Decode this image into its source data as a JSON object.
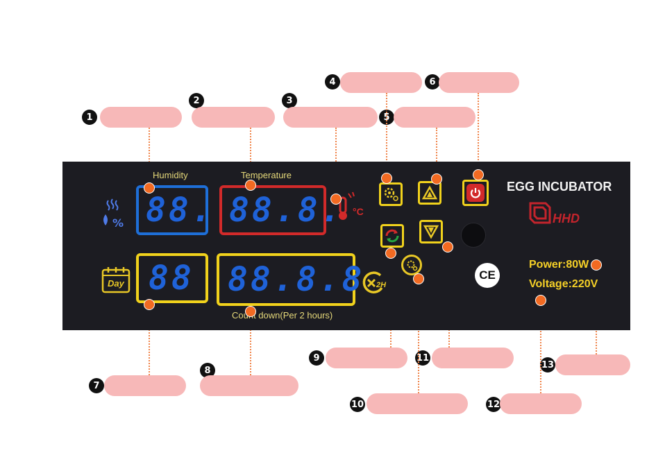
{
  "panel": {
    "labels": {
      "humidity": "Humidity",
      "temperature": "Temperature",
      "countdown": "Count down(Per 2 hours)",
      "day": "Day",
      "x2h": "2H",
      "celsius": "°C",
      "percent": "%"
    },
    "displays": {
      "humidity": "88.",
      "temperature": "88.8.",
      "day": "88",
      "countdown": "88.8.8"
    },
    "brand": {
      "title": "EGG INCUBATOR",
      "logo": "HHD",
      "ce": "CE",
      "power": "Power:80W",
      "voltage": "Voltage:220V"
    },
    "icons": [
      "humidity-drops-icon",
      "thermometer-icon",
      "calendar-day-icon",
      "turning-x2h-icon",
      "settings-gear-icon",
      "up-arrow-icon",
      "power-icon",
      "manual-turn-icon",
      "down-arrow-icon",
      "advanced-settings-icon"
    ]
  },
  "callouts": [
    "1",
    "2",
    "3",
    "4",
    "5",
    "6",
    "7",
    "8",
    "9",
    "10",
    "11",
    "12",
    "13"
  ],
  "colors": {
    "pill": "#f7b8b8",
    "dot": "#f26a22",
    "panel": "#1c1c22",
    "yellow": "#f1d21c",
    "blue": "#1f62d8",
    "red": "#d22a2a"
  }
}
